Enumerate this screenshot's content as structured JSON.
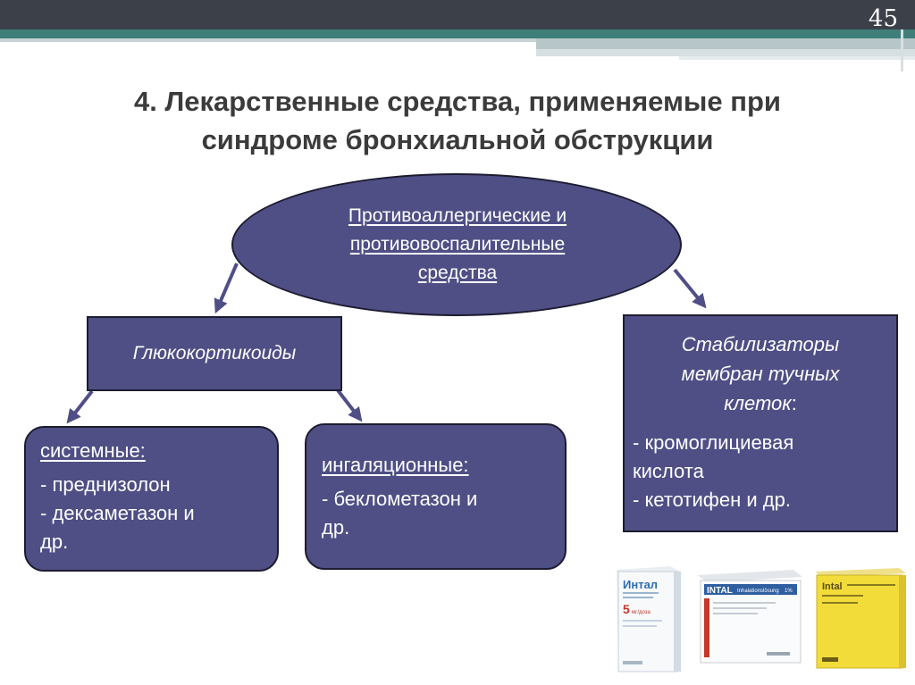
{
  "slide": {
    "page_number": "45",
    "title_line1": "4. Лекарственные средства, применяемые при",
    "title_line2": "синдроме бронхиальной обструкции"
  },
  "diagram": {
    "root": {
      "line1": "Противоаллергические и",
      "line2": "противовоспалительные",
      "line3": "средства"
    },
    "glucocorticoids": {
      "label": "Глюкокортикоиды"
    },
    "systemic": {
      "header": "системные:",
      "item1": "- преднизолон",
      "item2": "- дексаметазон и",
      "item3": "др."
    },
    "inhaled": {
      "header": "ингаляционные:",
      "item1": "- беклометазон и",
      "item2": "др."
    },
    "stabilizers": {
      "title_line1": "Стабилизаторы",
      "title_line2": "мембран тучных",
      "title_line3": "клеток",
      "title_colon": ":",
      "item1": "- кромоглициевая",
      "item2": "кислота",
      "item3": "- кетотифен и др."
    }
  },
  "products": {
    "intal_ru": {
      "brand": "Интал",
      "dose": "5",
      "dose_unit": "мг/доза"
    },
    "intal_de": {
      "brand": "INTAL",
      "subtitle": "Inhalationslösung",
      "pct": "1%"
    },
    "intal_yellow": {
      "brand": "Intal"
    }
  },
  "colors": {
    "box_fill": "#4f4f86",
    "box_border": "#1c1c30",
    "arrow": "#4f4f86",
    "header_dark": "#3c4149",
    "header_teal": "#3f7f7a"
  }
}
